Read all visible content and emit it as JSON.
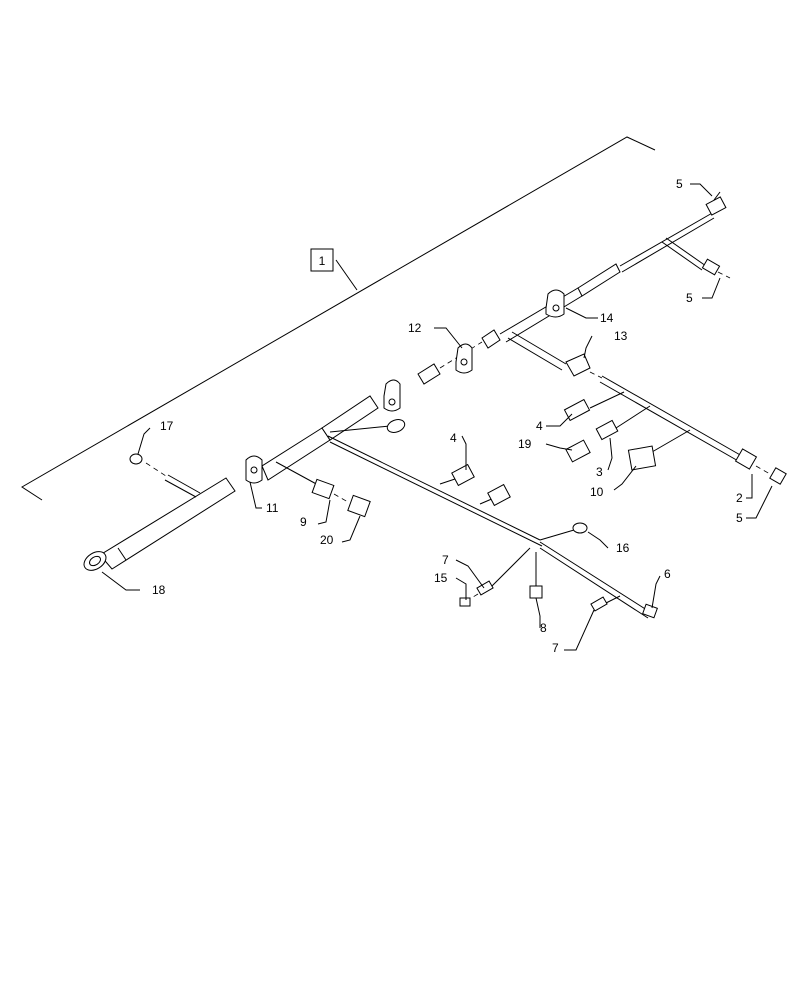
{
  "callouts": {
    "c1": "1",
    "c2": "2",
    "c3": "3",
    "c4a": "4",
    "c4b": "4",
    "c5a": "5",
    "c5b": "5",
    "c5c": "5",
    "c6": "6",
    "c7a": "7",
    "c7b": "7",
    "c8": "8",
    "c9": "9",
    "c10": "10",
    "c11": "11",
    "c12": "12",
    "c13": "13",
    "c14": "14",
    "c15": "15",
    "c16": "16",
    "c17": "17",
    "c18": "18",
    "c19": "19",
    "c20": "20"
  }
}
